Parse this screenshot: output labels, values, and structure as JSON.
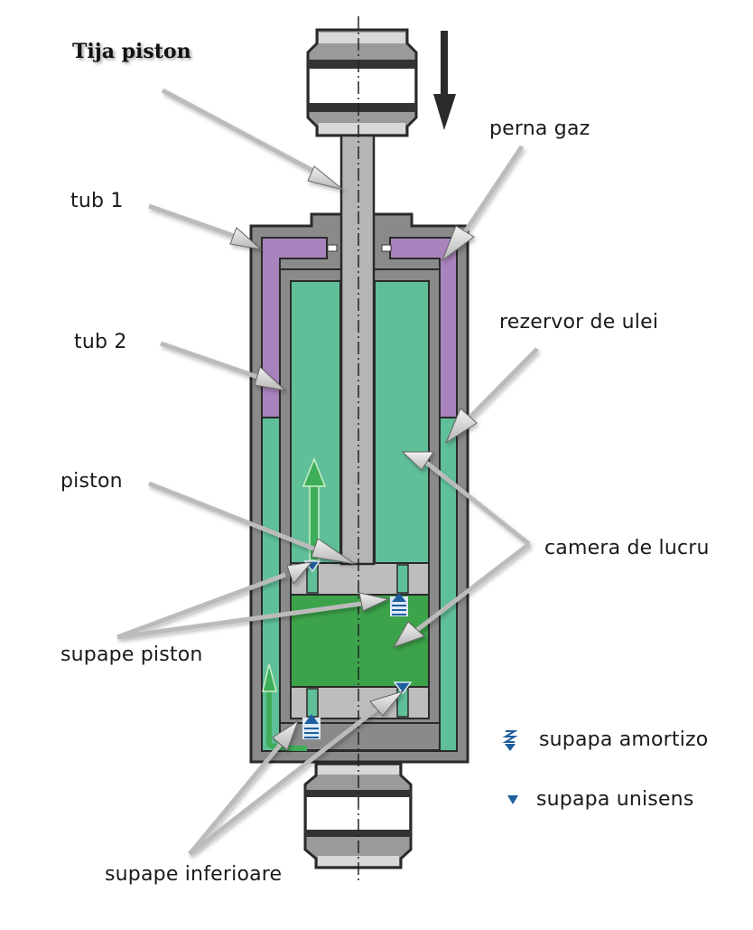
{
  "diagram": {
    "title": "Tija piston",
    "labels": {
      "tub1": "tub 1",
      "tub2": "tub 2",
      "piston": "piston",
      "supape_piston": "supape piston",
      "supape_inferioare": "supape inferioare",
      "perna_gaz": "perna gaz",
      "rezervor_ulei": "rezervor de ulei",
      "camera_lucru": "camera de lucru"
    },
    "legend": [
      {
        "icon": "damping-valve-icon",
        "label": "supapa amortizo"
      },
      {
        "icon": "one-way-valve-icon",
        "label": "supapa unisens"
      }
    ],
    "colors": {
      "gas": "#a983bd",
      "oil": "#5fbf98",
      "oil_dark": "#3ca34a",
      "metal": "#8c8c8c",
      "metal_light": "#c4c4c4",
      "valve": "#1e5f9e",
      "flow_arrow": "#3fae5a",
      "pointer": "#cfcfcf"
    }
  }
}
